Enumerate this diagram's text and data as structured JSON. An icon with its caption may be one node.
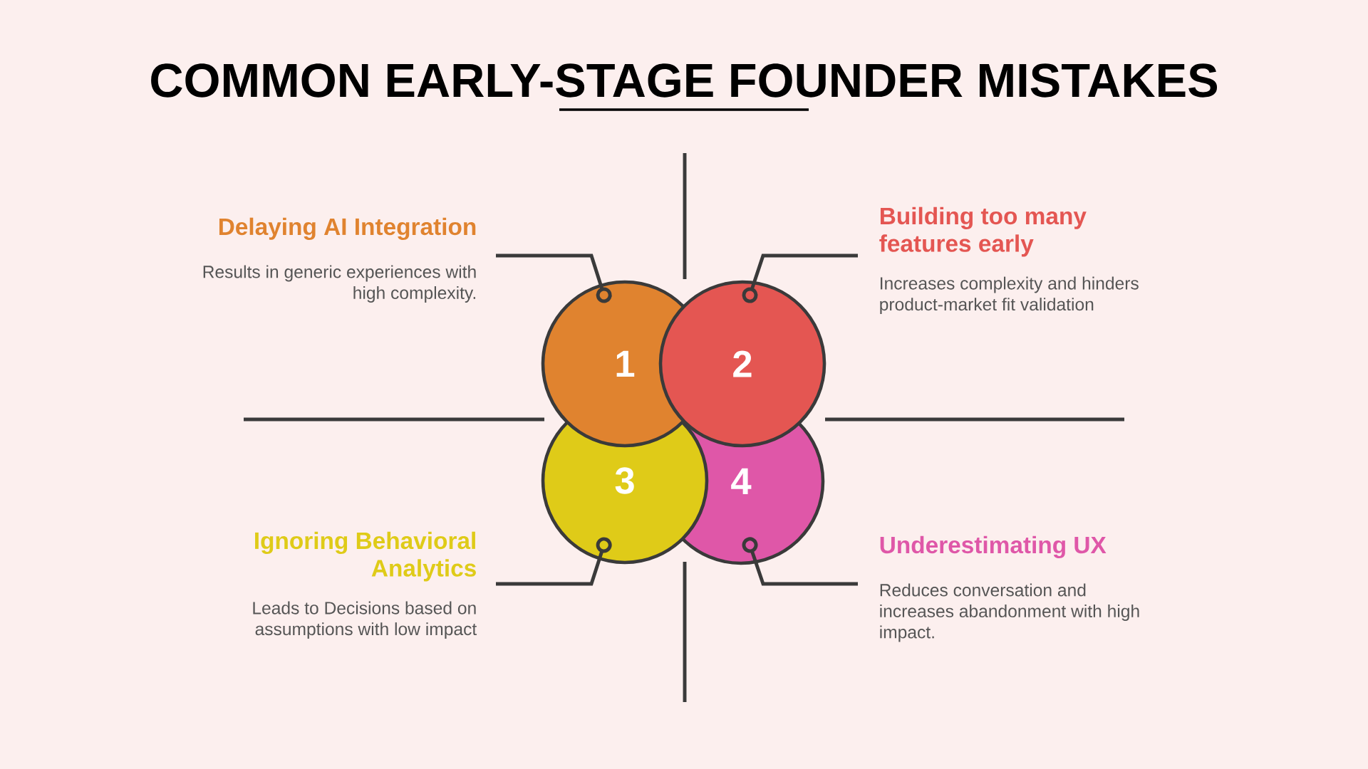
{
  "diagram": {
    "title": "COMMON EARLY-STAGE FOUNDER MISTAKES",
    "nodes": [
      {
        "text": [
          "Delaying AI Integration",
          "Results in generic experiences with high complexity."
        ]
      },
      {
        "text": [
          "Building too many features early",
          "Increases complexity and hinders product-market fit validation"
        ]
      },
      {
        "text": [
          "1"
        ]
      },
      {
        "text": [
          "2"
        ]
      },
      {
        "text": [
          "3"
        ]
      },
      {
        "text": [
          "4"
        ]
      },
      {
        "text": [
          "Ignoring Behavioral Analytics",
          "Leads to Decisions based on assumptions with low impact"
        ]
      },
      {
        "text": [
          "Underestimating UX",
          "Reduces conversation and increases abandonment with high impact."
        ]
      }
    ],
    "edges": [
      {
        "from": 0,
        "to": 2,
        "arrow": "other"
      },
      {
        "from": 1,
        "to": 3,
        "arrow": "other"
      },
      {
        "from": 6,
        "to": 4,
        "arrow": "other"
      },
      {
        "from": 7,
        "to": 5,
        "arrow": "other"
      }
    ]
  }
}
